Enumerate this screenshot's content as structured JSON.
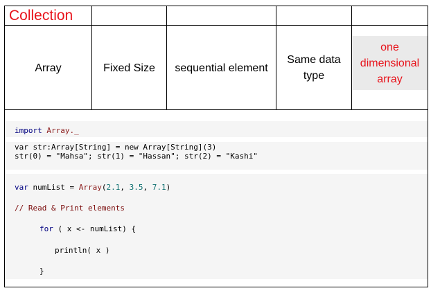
{
  "title": "Collection",
  "headers": {
    "c1": "Array",
    "c2": "Fixed Size",
    "c3": "sequential element",
    "c4_l1": "Same data",
    "c4_l2": "type",
    "c5_l1": "one",
    "c5_l2": "dimensional",
    "c5_l3": "array"
  },
  "colors": {
    "title": "#e8131b",
    "keyword": "#000080",
    "comment": "#7a0a0a",
    "code_bg": "#f5f5f5"
  },
  "code": {
    "l1_kw": "import",
    "l1_rest": " Array._",
    "l2": "var str:Array[String] = new Array[String](3)",
    "l3": "str(0) = \"Mahsa\"; str(1) = \"Hassan\"; str(2) = \"Kashi\"",
    "l4_kw": "var",
    "l4_a": " numList = ",
    "l4_ty": "Array",
    "l4_p1": "(",
    "l4_n1": "2.1",
    "l4_c1": ", ",
    "l4_n2": "3.5",
    "l4_c2": ", ",
    "l4_n3": "7.1",
    "l4_p2": ")",
    "l5": "// Read & Print elements",
    "l6_kw": "for",
    "l6_rest": " ( x <- numList) {",
    "l7": "println( x )",
    "l8": "}"
  }
}
